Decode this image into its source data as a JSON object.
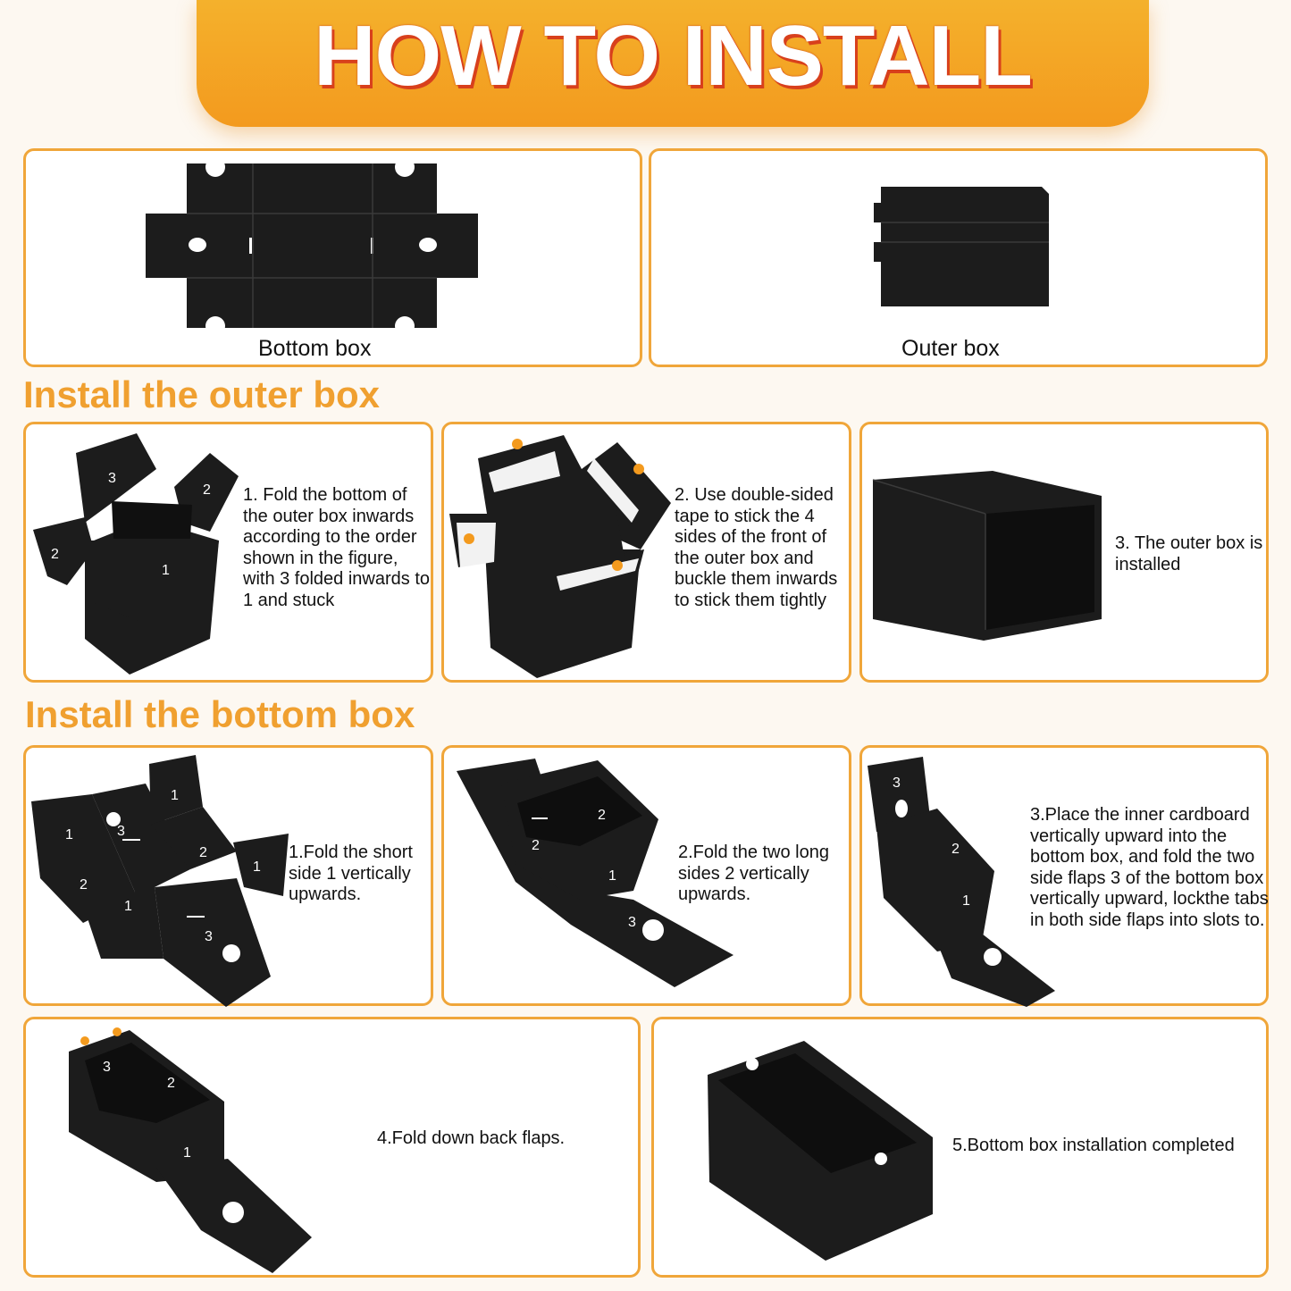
{
  "banner": {
    "title": "HOW TO INSTALL"
  },
  "parts": {
    "bottom_box_label": "Bottom box",
    "outer_box_label": "Outer box"
  },
  "outer_section": {
    "title": "Install the outer box",
    "steps": [
      "1. Fold the bottom of the outer box inwards according to the order shown in the figure, with 3 folded inwards to 1 and stuck",
      "2. Use double-sided tape to stick the 4 sides of the front of the outer box and buckle them inwards to stick them tightly",
      "3. The outer box is installed"
    ]
  },
  "bottom_section": {
    "title": "Install the bottom box",
    "steps": [
      "1.Fold the short side 1 vertically upwards.",
      "2.Fold the two long sides 2 vertically upwards.",
      "3.Place the inner cardboard vertically upward into the bottom box, and fold the two side flaps 3 of the bottom box vertically upward, lockthe tabs in both side flaps into slots to.",
      "4.Fold down back flaps.",
      "5.Bottom box installation completed"
    ]
  },
  "flap_numbers": {
    "one": "1",
    "two": "2",
    "three": "3"
  },
  "colors": {
    "accent": "#f0a63a",
    "banner": "#f39a1e",
    "title_shadow": "#d8401c",
    "cardboard": "#1c1c1c"
  }
}
